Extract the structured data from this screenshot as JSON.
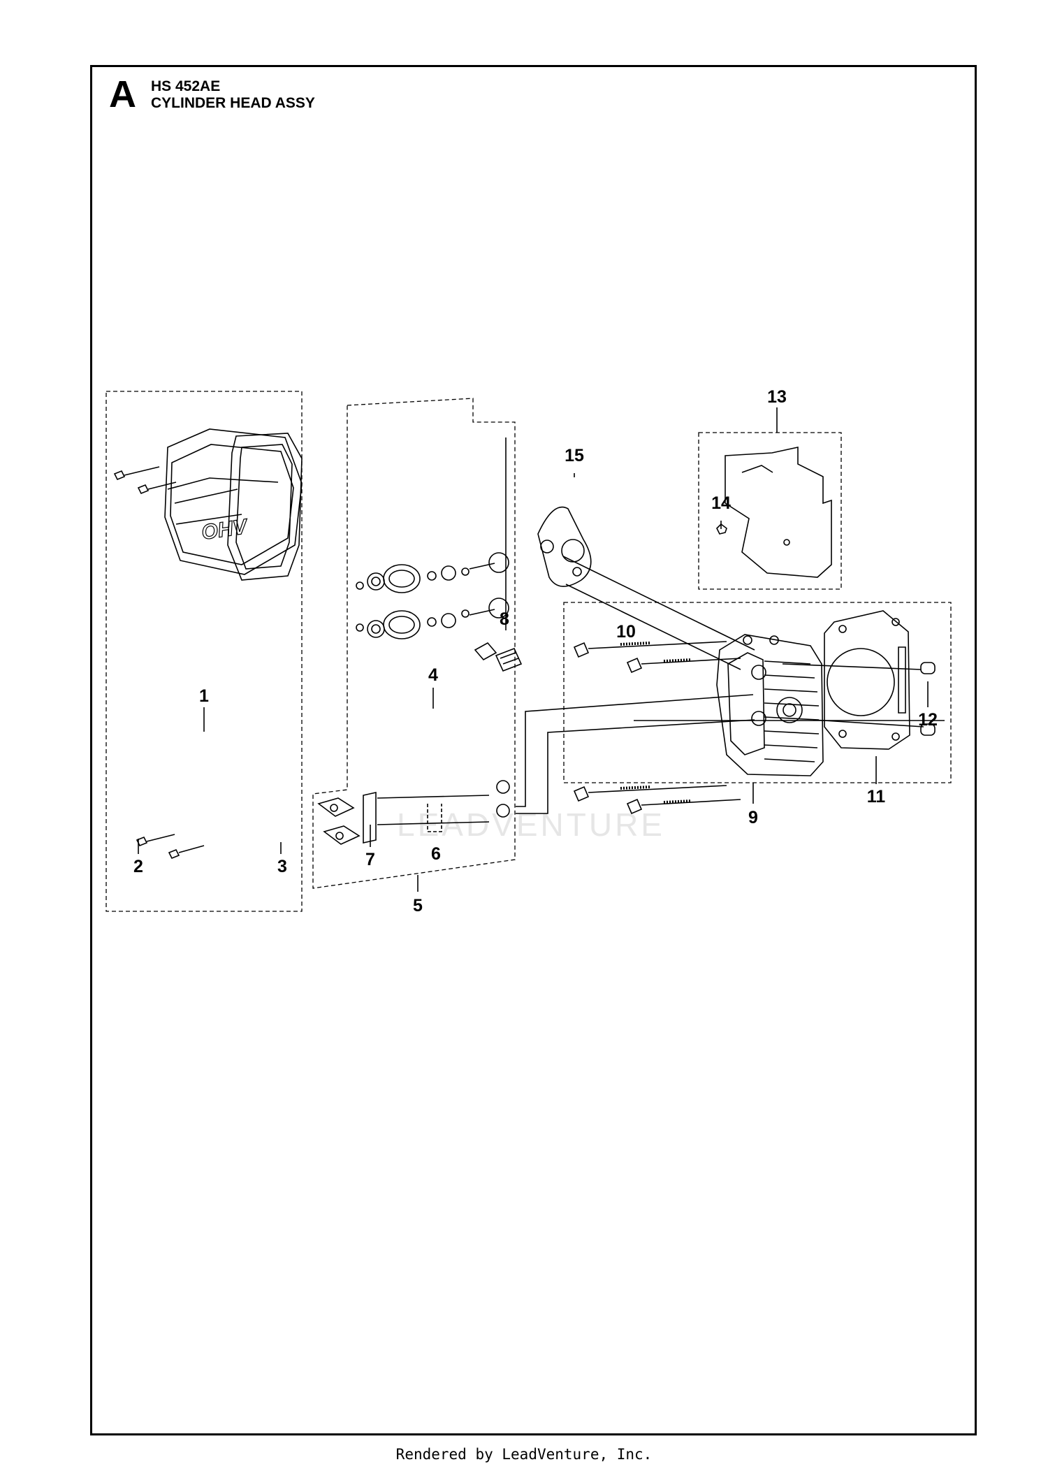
{
  "header": {
    "section_letter": "A",
    "model": "HS 452AE",
    "assembly": "CYLINDER HEAD ASSY"
  },
  "callouts": {
    "c1": "1",
    "c2": "2",
    "c3": "3",
    "c4": "4",
    "c5": "5",
    "c6": "6",
    "c7": "7",
    "c8": "8",
    "c9": "9",
    "c10": "10",
    "c11": "11",
    "c12": "12",
    "c13": "13",
    "c14": "14",
    "c15": "15"
  },
  "cover_marking": "OHV",
  "watermark": "LEADVENTURE",
  "footer": "Rendered by LeadVenture, Inc.",
  "colors": {
    "line": "#000000",
    "frame": "#000000",
    "watermark": "#e6e6e6",
    "background": "#ffffff"
  }
}
